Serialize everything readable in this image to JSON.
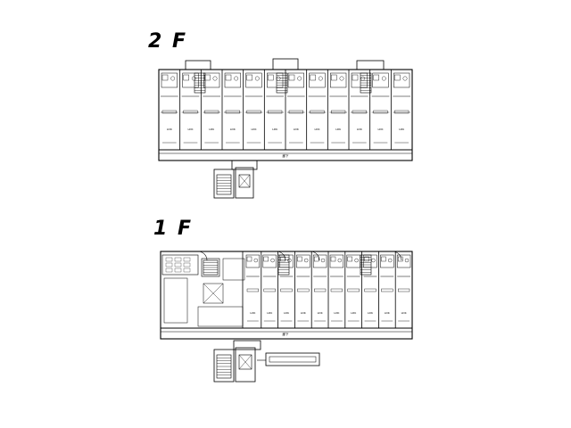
{
  "floors": [
    {
      "label": "2 F",
      "unit_labels": [
        "LDK",
        "LDK",
        "LDK",
        "LDK",
        "LDK",
        "LDK",
        "LDK",
        "LDK",
        "LDK",
        "LDK",
        "LDK",
        "LDK"
      ],
      "corridor_label": "廊下"
    },
    {
      "label": "1 F",
      "unit_labels": [
        "LDK",
        "LDK",
        "LDK",
        "LDK",
        "LDK",
        "LDK",
        "LDK",
        "LDK",
        "LDK",
        "LDK"
      ],
      "corridor_label": "廊下"
    }
  ],
  "colors": {
    "line": "#000000",
    "background": "#ffffff"
  }
}
